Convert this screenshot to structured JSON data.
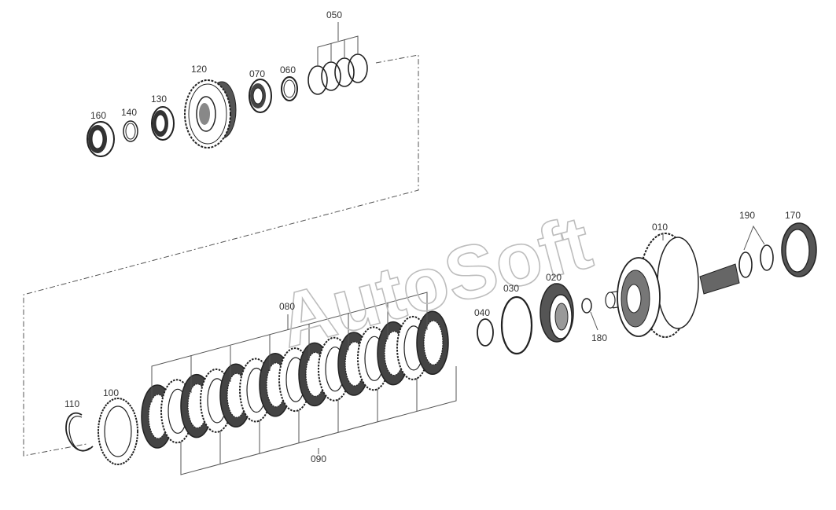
{
  "diagram": {
    "watermark": "AutoSoft",
    "callouts": {
      "c010": "010",
      "c020": "020",
      "c030": "030",
      "c040": "040",
      "c050": "050",
      "c060": "060",
      "c070": "070",
      "c080": "080",
      "c090": "090",
      "c100": "100",
      "c110": "110",
      "c120": "120",
      "c130": "130",
      "c140": "140",
      "c160": "160",
      "c170": "170",
      "c180": "180",
      "c190": "190"
    },
    "colors": {
      "line": "#222222",
      "label": "#333333",
      "watermark_stroke": "#bdbdbd",
      "friction": "#444444"
    }
  }
}
